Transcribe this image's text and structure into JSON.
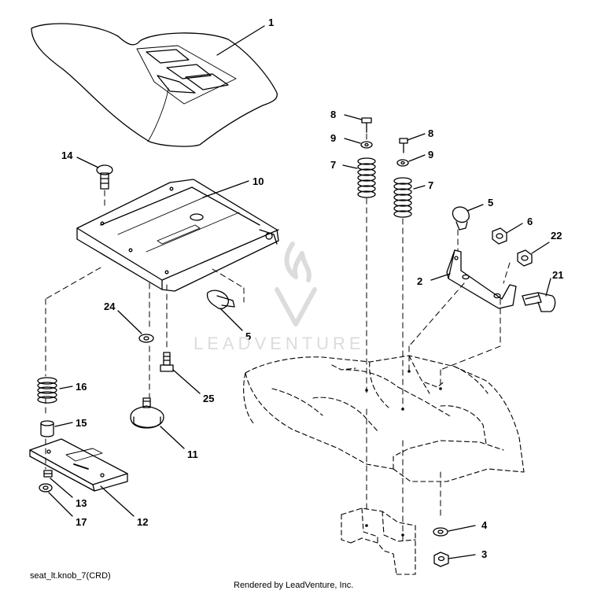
{
  "diagram": {
    "callouts": [
      {
        "id": "c1",
        "text": "1"
      },
      {
        "id": "c10",
        "text": "10"
      },
      {
        "id": "c14",
        "text": "14"
      },
      {
        "id": "c24",
        "text": "24"
      },
      {
        "id": "c25",
        "text": "25"
      },
      {
        "id": "c5a",
        "text": "5"
      },
      {
        "id": "c16",
        "text": "16"
      },
      {
        "id": "c15",
        "text": "15"
      },
      {
        "id": "c11",
        "text": "11"
      },
      {
        "id": "c13",
        "text": "13"
      },
      {
        "id": "c17",
        "text": "17"
      },
      {
        "id": "c12",
        "text": "12"
      },
      {
        "id": "c8a",
        "text": "8"
      },
      {
        "id": "c9a",
        "text": "9"
      },
      {
        "id": "c7a",
        "text": "7"
      },
      {
        "id": "c8b",
        "text": "8"
      },
      {
        "id": "c9b",
        "text": "9"
      },
      {
        "id": "c7b",
        "text": "7"
      },
      {
        "id": "c5b",
        "text": "5"
      },
      {
        "id": "c6",
        "text": "6"
      },
      {
        "id": "c22",
        "text": "22"
      },
      {
        "id": "c2",
        "text": "2"
      },
      {
        "id": "c21",
        "text": "21"
      },
      {
        "id": "c4",
        "text": "4"
      },
      {
        "id": "c3",
        "text": "3"
      }
    ]
  },
  "watermark": {
    "text": "LEADVENTURE"
  },
  "footer": {
    "reference": "seat_lt.knob_7(CRD)",
    "credit": "Rendered by LeadVenture, Inc."
  }
}
